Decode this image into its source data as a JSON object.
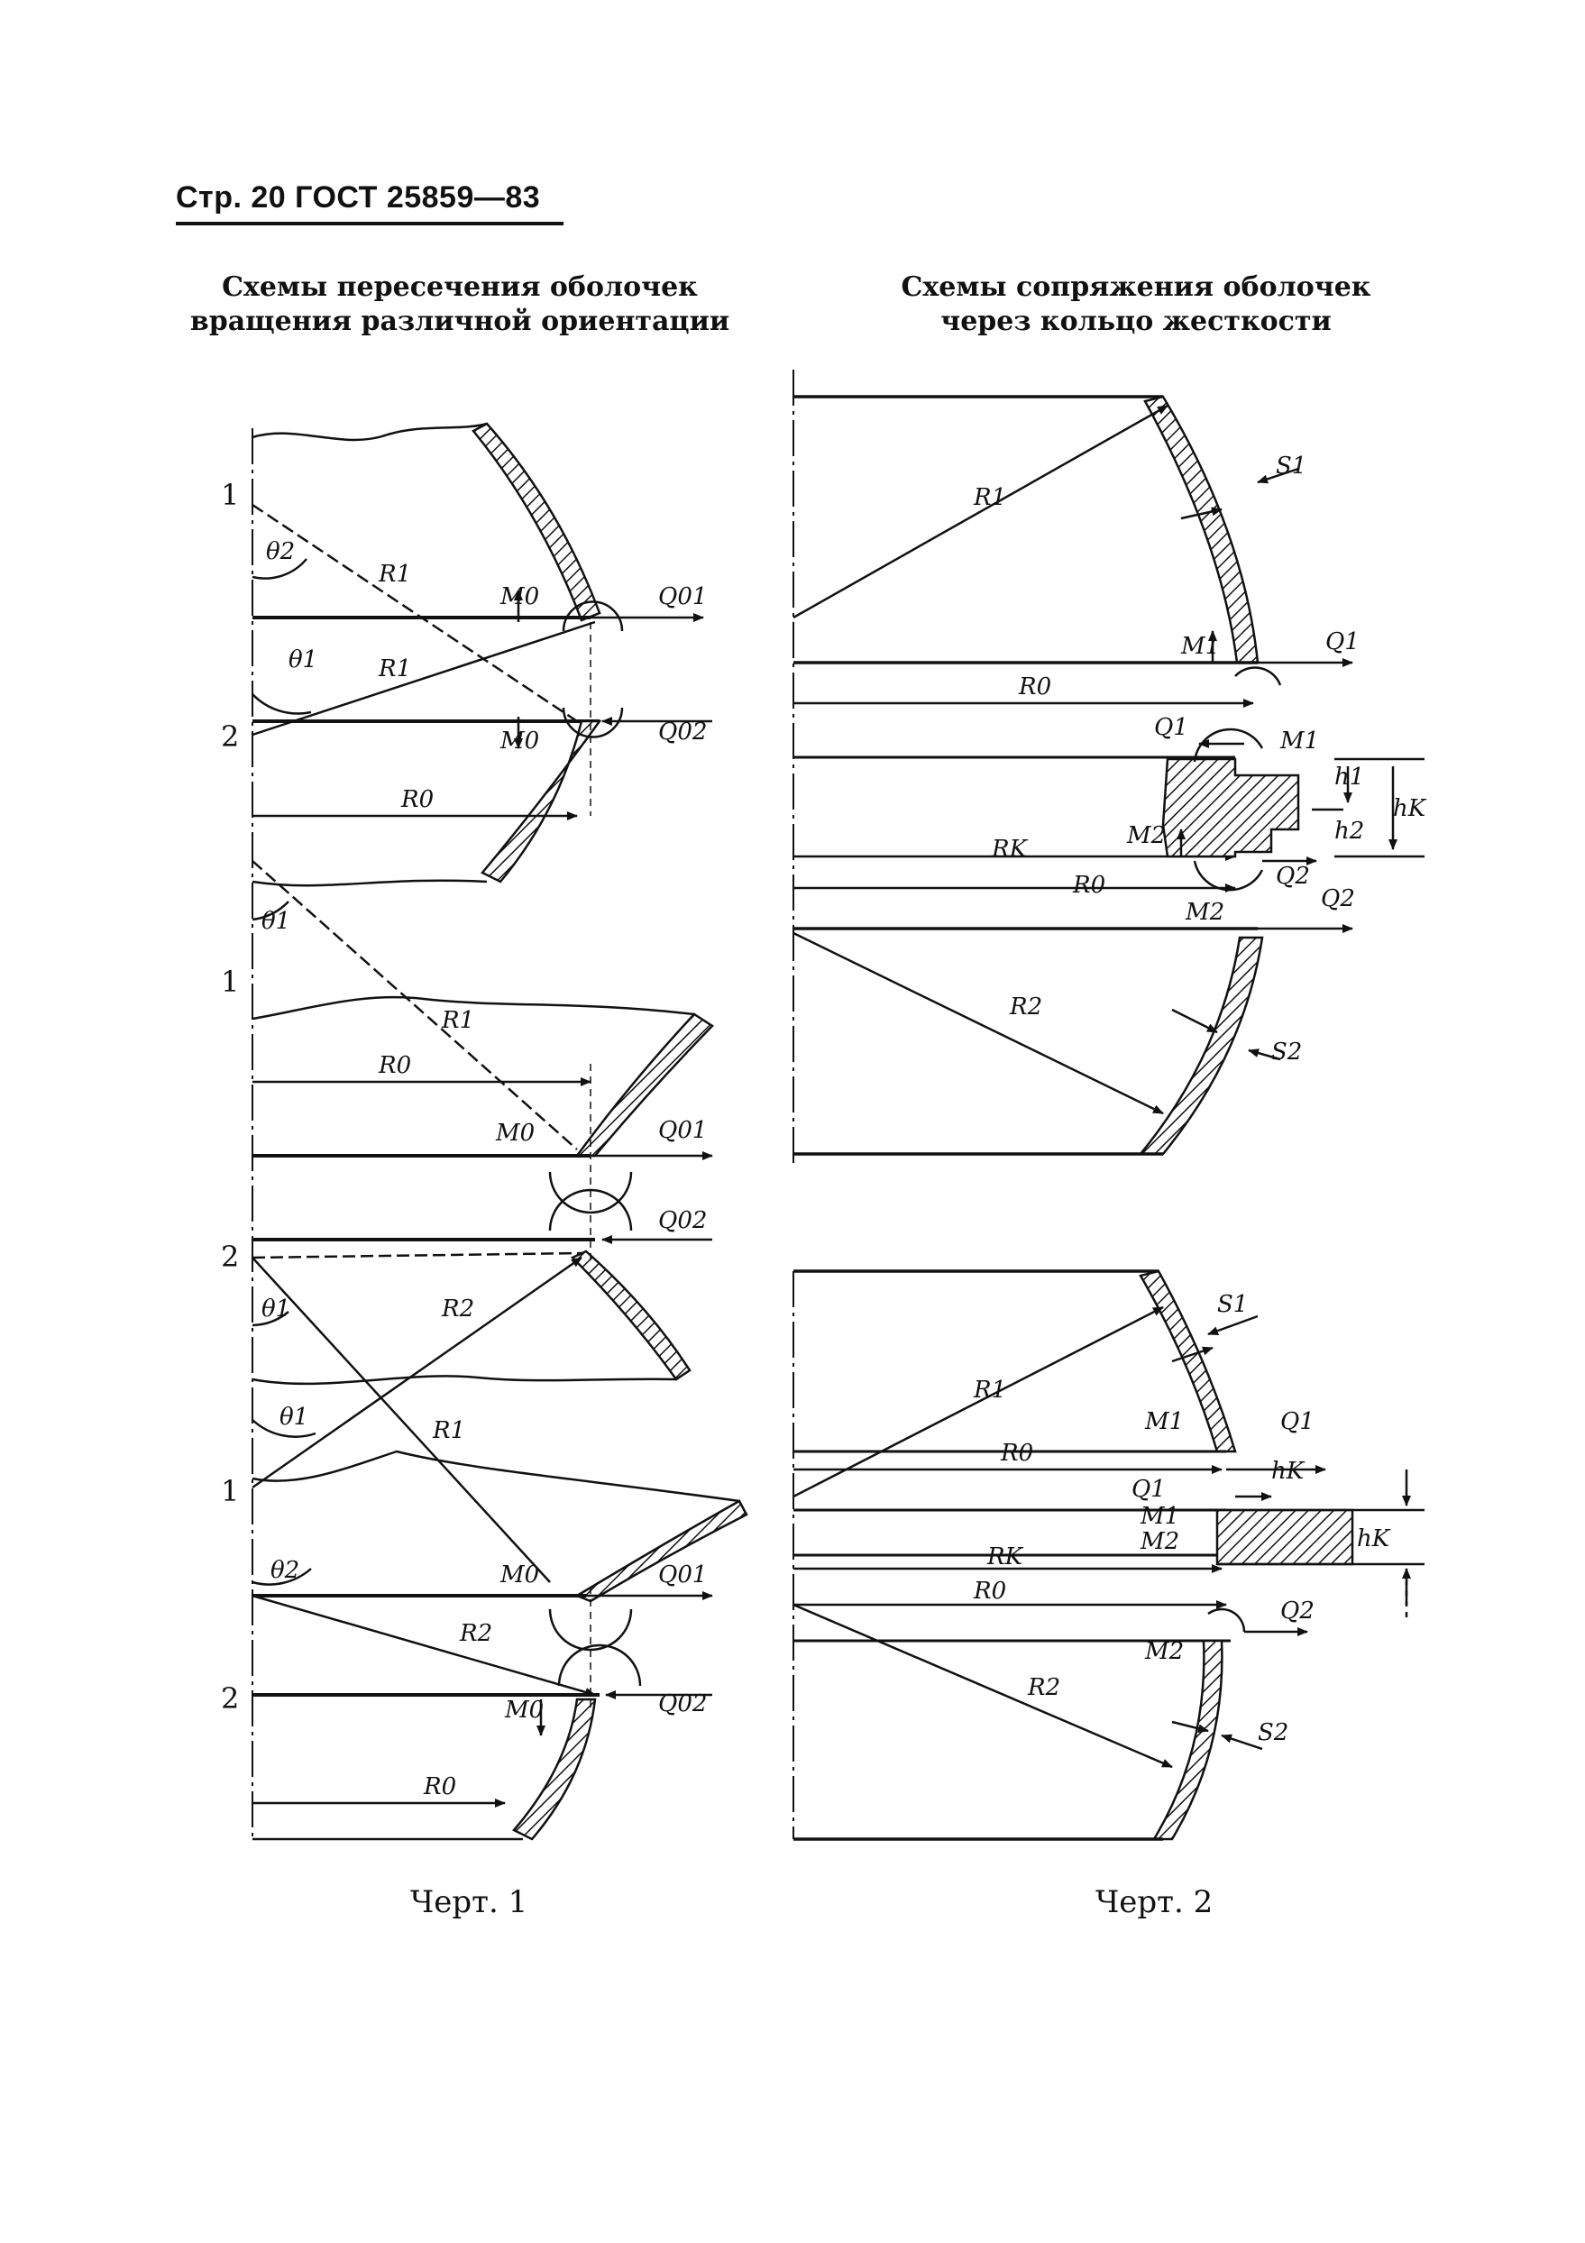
{
  "header": {
    "text": "Стр. 20 ГОСТ 25859—83"
  },
  "figure1": {
    "title_line1": "Схемы пересечения оболочек",
    "title_line2": "вращения различной ориентации",
    "label": "Черт. 1"
  },
  "figure2": {
    "title_line1": "Схемы сопряжения оболочек",
    "title_line2": "через кольцо жесткости",
    "label": "Черт. 2"
  },
  "symbols": {
    "n1": "1",
    "n2": "2",
    "R1": "R1",
    "R2": "R2",
    "R0": "R0",
    "RK": "RK",
    "M0": "M0",
    "M1": "M1",
    "M2": "M2",
    "Q01": "Q01",
    "Q02": "Q02",
    "Q1": "Q1",
    "Q2": "Q2",
    "theta1": "θ1",
    "theta2": "θ2",
    "S1": "S1",
    "S2": "S2",
    "h1": "h1",
    "h2": "h2",
    "hK": "hK"
  }
}
